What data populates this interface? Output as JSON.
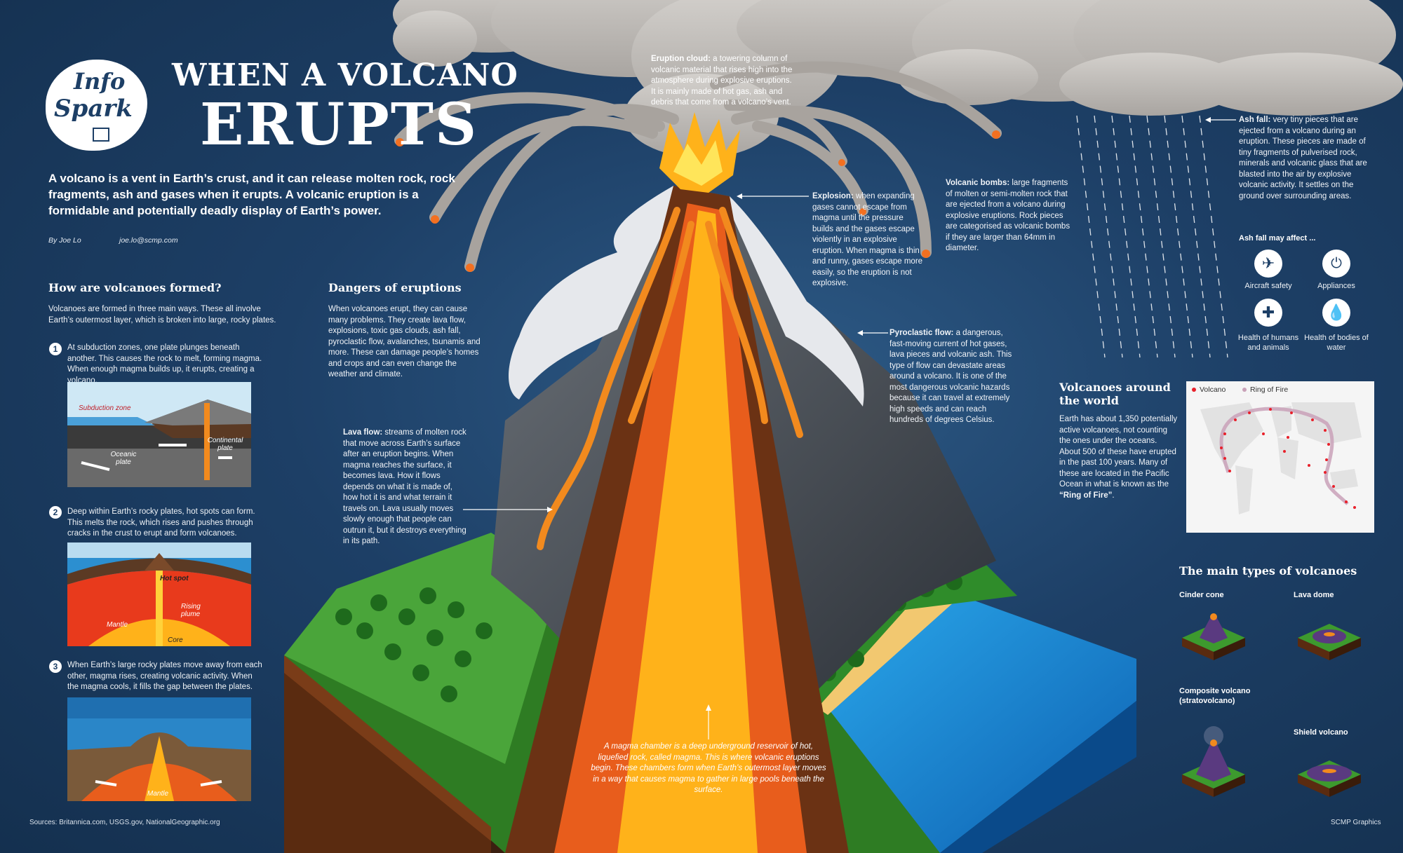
{
  "logo": {
    "line1": "Info",
    "line2": "Spark"
  },
  "title": {
    "line1": "WHEN A VOLCANO",
    "line2": "ERUPTS"
  },
  "intro": "A volcano is a vent in Earth’s crust, and it can release molten rock, rock fragments, ash and gases when it erupts. A volcanic eruption is a formidable and potentially deadly display of Earth’s power.",
  "byline": {
    "author": "By Joe Lo",
    "email": "joe.lo@scmp.com"
  },
  "formed": {
    "heading": "How are volcanoes formed?",
    "intro": "Volcanoes are formed in three main ways. These all involve Earth’s outermost layer, which is broken into large, rocky plates.",
    "steps": [
      {
        "num": "1",
        "text": "At subduction zones, one plate plunges beneath another. This causes the rock to melt, forming magma. When enough magma builds up, it erupts, creating a volcano."
      },
      {
        "num": "2",
        "text": "Deep within Earth’s rocky plates, hot spots can form. This melts the rock, which rises and pushes through cracks in the crust to erupt and form volcanoes."
      },
      {
        "num": "3",
        "text": "When Earth’s large rocky plates move away from each other, magma rises, creating volcanic activity. When the magma cools, it fills the gap between the plates."
      }
    ],
    "diagram1": {
      "zone": "Subduction zone",
      "oceanic": "Oceanic plate",
      "continental": "Continental plate"
    },
    "diagram2": {
      "hotspot": "Hot spot",
      "plume": "Rising plume",
      "mantle": "Mantle",
      "core": "Core"
    },
    "diagram3": {
      "mantle": "Mantle"
    }
  },
  "dangers": {
    "heading": "Dangers of eruptions",
    "text": "When volcanoes erupt, they can cause many problems. They create lava flow, explosions, toxic gas clouds, ash fall, pyroclastic flow, avalanches, tsunamis and more. These can damage people’s homes and crops and can even change the weather and climate."
  },
  "callouts": {
    "eruption_cloud": {
      "term": "Eruption cloud:",
      "text": " a towering column of volcanic material that rises high into the atmosphere during explosive eruptions. It is mainly made of hot gas, ash and debris that come from a volcano’s vent."
    },
    "explosion": {
      "term": "Explosion:",
      "text": " when expanding gases cannot escape from magma until the pressure builds and the gases escape violently in an explosive eruption. When magma is thin and runny, gases escape more easily, so the eruption is not explosive."
    },
    "bombs": {
      "term": "Volcanic bombs:",
      "text": " large fragments of molten or semi-molten rock that are ejected from a volcano during explosive eruptions. Rock pieces are categorised as volcanic bombs if they are larger than 64mm in diameter."
    },
    "ash_fall": {
      "term": "Ash fall:",
      "text": " very tiny pieces that are ejected from a volcano during an eruption. These pieces are made of tiny fragments of pulverised rock, minerals and volcanic glass that are blasted into the air by explosive volcanic activity. It settles on the ground over surrounding areas."
    },
    "pyroclastic": {
      "term": "Pyroclastic flow:",
      "text": " a dangerous, fast-moving current of hot gases, lava pieces and volcanic ash. This type of flow can devastate areas around a volcano. It is one of the most dangerous volcanic hazards because it can travel at extremely high speeds and can reach hundreds of degrees Celsius."
    },
    "lava": {
      "term": "Lava flow:",
      "text": " streams of molten rock that move across Earth’s surface after an eruption begins. When magma reaches the surface, it becomes lava. How it flows depends on what it is made of, how hot it is and what terrain it travels on. Lava usually moves slowly enough that people can outrun it, but it destroys everything in its path."
    },
    "magma": "A magma chamber is a deep underground reservoir of hot, liquefied rock, called magma. This is where volcanic eruptions begin. These chambers form when Earth’s outermost layer moves in a way that causes magma to gather in large pools beneath the surface."
  },
  "ash_affect": {
    "heading": "Ash fall may affect ...",
    "items": [
      {
        "icon": "airplane-icon",
        "label": "Aircraft safety"
      },
      {
        "icon": "plug-icon",
        "label": "Appliances"
      },
      {
        "icon": "health-icon",
        "label": "Health of humans and animals"
      },
      {
        "icon": "water-drop-icon",
        "label": "Health of bodies of water"
      }
    ]
  },
  "world": {
    "heading": "Volcanoes around the world",
    "text_a": "Earth has about 1,350 potentially active volcanoes, not counting the ones under the oceans. About 500 of these have erupted in the past 100 years. Many of these are located in the Pacific Ocean in what is known as the ",
    "text_b": "“Ring of Fire”",
    "text_c": ".",
    "legend_volcano": "Volcano",
    "legend_ring": "Ring of Fire",
    "colors": {
      "volcano": "#e8202a",
      "ring": "#c9a1b8"
    }
  },
  "types": {
    "heading": "The main types of volcanoes",
    "items": [
      {
        "label": "Cinder cone"
      },
      {
        "label": "Lava dome"
      },
      {
        "label": "Composite volcano (stratovolcano)"
      },
      {
        "label": "Shield volcano"
      }
    ]
  },
  "footer": {
    "sources": "Sources: Britannica.com, USGS.gov, NationalGeographic.org",
    "credit": "SCMP Graphics"
  },
  "colors": {
    "background": "#1d3f66",
    "lava": "#f28a1e",
    "lava_core": "#ffc21a",
    "grass": "#3d9a2e",
    "sea": "#1f8fd6",
    "ash": "#b8b4b0"
  }
}
